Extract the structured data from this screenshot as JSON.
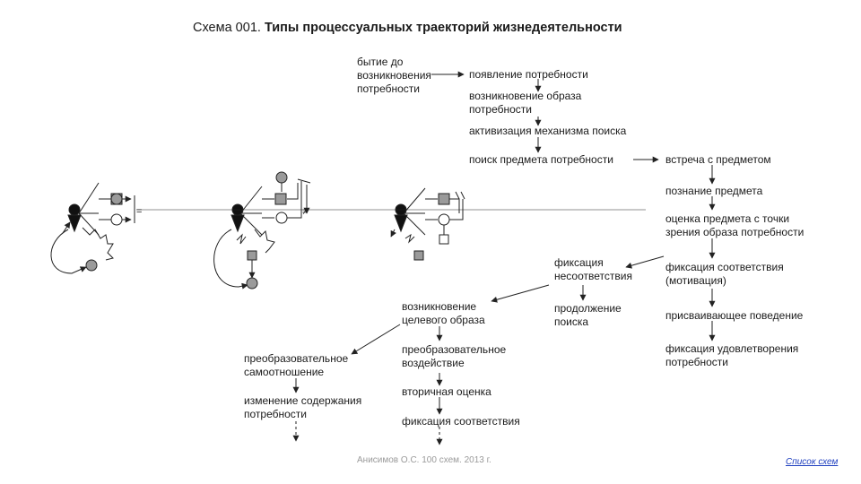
{
  "title": {
    "number": "Схема 001.",
    "text": "Типы процессуальных траекторий жизнедеятельности"
  },
  "nodes": {
    "being_before": "бытие до\nвозникновения\nпотребности",
    "need_appearance": "появление потребности",
    "image_emergence": "возникновение образа\nпотребности",
    "search_activation": "активизация механизма поиска",
    "search_object": "поиск предмета потребности",
    "meeting_object": "встреча с предметом",
    "object_cognition": "познание предмета",
    "object_evaluation": "оценка предмета с точки\nзрения образа потребности",
    "fix_mismatch": "фиксация\nнесоответствия",
    "fix_match_motivation": "фиксация соответствия\n(мотивация)",
    "target_image": "возникновение\nцелевого образа",
    "continue_search": "продолжение\nпоиска",
    "appropriating_behavior": "присваивающее поведение",
    "transform_self": "преобразовательное\nсамоотношение",
    "transform_impact": "преобразовательное\nвоздействие",
    "fix_satisfaction": "фиксация удовлетворения\nпотребности",
    "need_content_change": "изменение содержания\nпотребности",
    "secondary_eval": "вторичная оценка",
    "fix_match": "фиксация соответствия"
  },
  "icon_symbols": {
    "equals": "=",
    "neq": "≠"
  },
  "footer": "Анисимов О.С. 100 схем. 2013 г.",
  "link": "Список схем"
}
